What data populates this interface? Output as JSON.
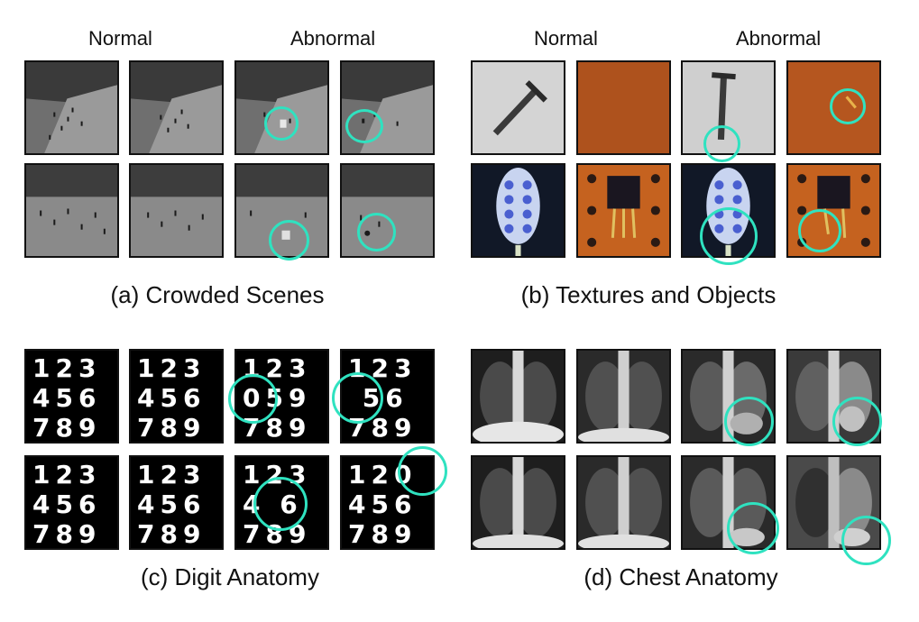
{
  "panel_a": {
    "headers": {
      "normal": "Normal",
      "abnormal": "Abnormal"
    },
    "caption": "(a) Crowded Scenes"
  },
  "panel_b": {
    "headers": {
      "normal": "Normal",
      "abnormal": "Abnormal"
    },
    "caption": "(b) Textures and Objects"
  },
  "panel_c": {
    "caption": "(c) Digit Anatomy",
    "digit_grids": [
      "123\n456\n789",
      "123\n456\n789",
      "123\n059\n789",
      "123\n 56\n789",
      "123\n456\n789",
      "123\n456\n789",
      "123\n4 6\n789",
      "120\n456\n789"
    ]
  },
  "panel_d": {
    "caption": "(d) Chest Anatomy"
  },
  "colors": {
    "ring": "#2fe2c0",
    "leather": "#b5561f",
    "background": "#ffffff"
  }
}
